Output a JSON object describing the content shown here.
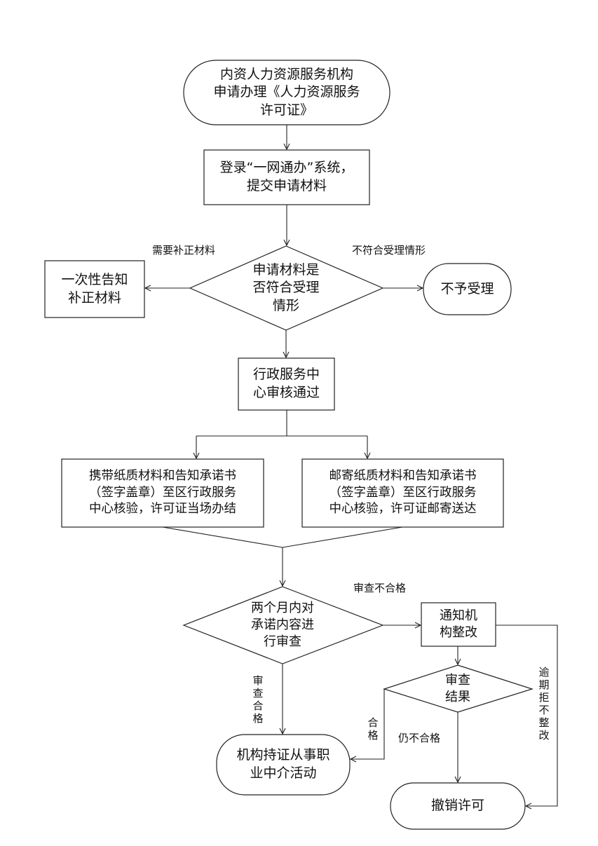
{
  "nodes": {
    "start": "内资人力资源服务机构\n申请办理《人力资源服务\n许可证》",
    "submit": "登录“一网通办”系统，\n提交申请材料",
    "check": "申请材料是\n否符合受理\n情形",
    "supplement": "一次性告知\n补正材料",
    "reject": "不予受理",
    "center_review": "行政服务中\n心审核通过",
    "onsite": "携带纸质材料和告知承诺书\n（签字盖章）至区行政服务\n中心核验，许可证当场办结",
    "mail": "邮寄纸质材料和告知承诺书\n（签字盖章）至区行政服务\n中心核验，许可证邮寄送达",
    "two_month": "两个月内对\n承诺内容进\n行审查",
    "rectify": "通知机\n构整改",
    "result": "审查\n结果",
    "practice": "机构持证从事职\n业中介活动",
    "revoke": "撤销许可"
  },
  "labels": {
    "need_supplement": "需要补正材料",
    "not_eligible": "不符合受理情形",
    "review_fail": "审查不合格",
    "review_pass": "审\n查\n合\n格",
    "pass": "合\n格",
    "still_fail": "仍不合格",
    "overdue": "逾\n期\n拒\n不\n整\n改"
  }
}
